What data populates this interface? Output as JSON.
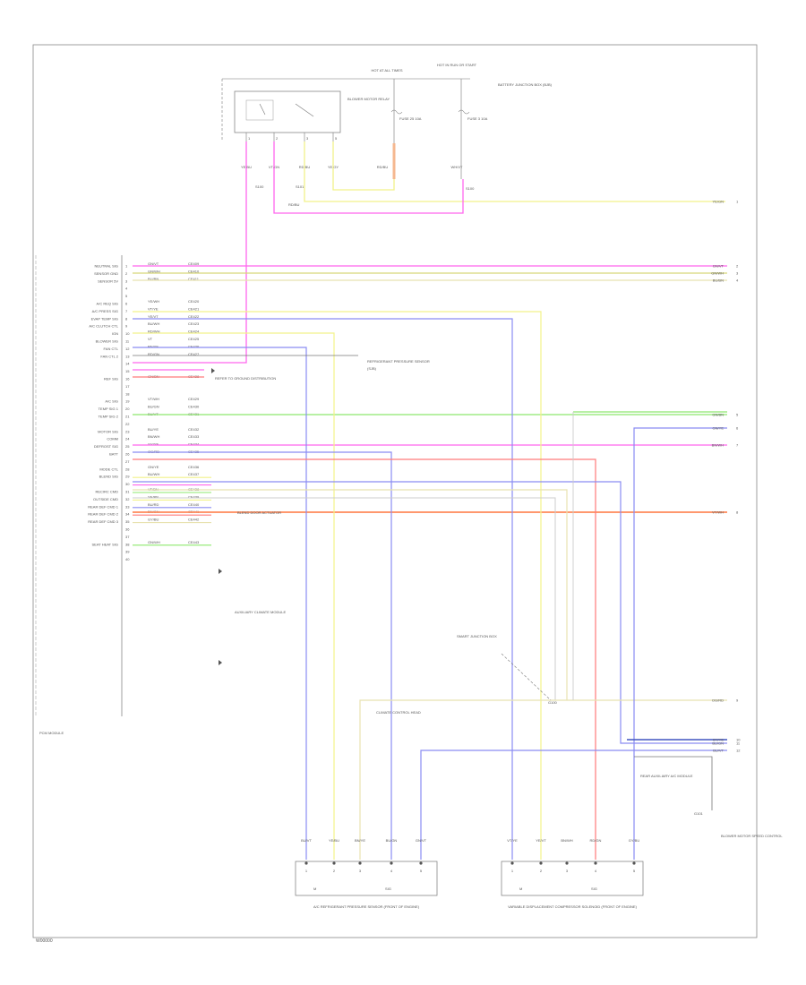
{
  "diagram": {
    "footer_code": "W00000",
    "module_label": "PCM MODULE",
    "header": {
      "hot_run_label": "HOT AT ALL TIMES",
      "hot_start_label": "HOT IN RUN OR START",
      "relay_label": "BLOWER MOTOR RELAY",
      "fuse_box_label": "BATTERY JUNCTION BOX (BJB)",
      "fuse_a_label": "FUSE 25 10A",
      "fuse_b_label": "FUSE 3 10A",
      "relay_pins": [
        "1",
        "2",
        "3",
        "5"
      ],
      "relay_wires": [
        "YE/BU",
        "VT/GN",
        "RD/BU",
        "YE/GY"
      ],
      "fuse_wire_a": "RD/BU",
      "fuse_wire_b": "WH/VT",
      "splice_label": "S100",
      "splice2_label": "S101",
      "lower_wire_label": "RD/BU"
    },
    "pcm_pins": [
      {
        "label": "NEUTRAL SIG",
        "pin": "1",
        "color": "GN/VT",
        "circuit": "CE409"
      },
      {
        "label": "SENSOR GND",
        "pin": "2",
        "color": "GN/WH",
        "circuit": "CE410"
      },
      {
        "label": "SENSOR 5V",
        "pin": "3",
        "color": "BU/BN",
        "circuit": "CE411"
      },
      {
        "label": "",
        "pin": "4",
        "color": "",
        "circuit": ""
      },
      {
        "label": "",
        "pin": "5",
        "color": "",
        "circuit": ""
      },
      {
        "label": "A/C REQ SIG",
        "pin": "6",
        "color": "YE/WH",
        "circuit": "CE420"
      },
      {
        "label": "A/C PRESS SIG",
        "pin": "7",
        "color": "VT/YE",
        "circuit": "CE421"
      },
      {
        "label": "EVAP TEMP SIG",
        "pin": "8",
        "color": "YE/VT",
        "circuit": "CE422"
      },
      {
        "label": "A/C CLUTCH CTL",
        "pin": "9",
        "color": "BU/WH",
        "circuit": "CE423"
      },
      {
        "label": "IGN",
        "pin": "10",
        "color": "RD/WH",
        "circuit": "CE424"
      },
      {
        "label": "BLOWER SIG",
        "pin": "11",
        "color": "VT",
        "circuit": "CE425"
      },
      {
        "label": "FAN CTL",
        "pin": "12",
        "color": "BN/YE",
        "circuit": "CE426"
      },
      {
        "label": "FAN CTL 2",
        "pin": "13",
        "color": "RD/GN",
        "circuit": "CE427"
      },
      {
        "label": "",
        "pin": "14",
        "color": "",
        "circuit": ""
      },
      {
        "label": "",
        "pin": "15",
        "color": "",
        "circuit": ""
      },
      {
        "label": "REF SIG",
        "pin": "16",
        "color": "GN/BN",
        "circuit": "CE428"
      },
      {
        "label": "",
        "pin": "17",
        "color": "",
        "circuit": ""
      },
      {
        "label": "",
        "pin": "18",
        "color": "",
        "circuit": ""
      },
      {
        "label": "A/C SIG",
        "pin": "19",
        "color": "VT/WH",
        "circuit": "CE429"
      },
      {
        "label": "TEMP SIG 1",
        "pin": "20",
        "color": "BU/GN",
        "circuit": "CE430"
      },
      {
        "label": "TEMP SIG 2",
        "pin": "21",
        "color": "BU/VT",
        "circuit": "CE431"
      },
      {
        "label": "",
        "pin": "22",
        "color": "",
        "circuit": ""
      },
      {
        "label": "MOTOR SIG",
        "pin": "23",
        "color": "BU/YE",
        "circuit": "CE432"
      },
      {
        "label": "COMM",
        "pin": "24",
        "color": "BN/WH",
        "circuit": "CE433"
      },
      {
        "label": "DEFROST SIG",
        "pin": "25",
        "color": "GY/YE",
        "circuit": "CE434"
      },
      {
        "label": "BATT",
        "pin": "26",
        "color": "OG/RD",
        "circuit": "CE435"
      },
      {
        "label": "",
        "pin": "27",
        "color": "",
        "circuit": ""
      },
      {
        "label": "MODE CTL",
        "pin": "28",
        "color": "GN/YE",
        "circuit": "CE436"
      },
      {
        "label": "BLEND SIG",
        "pin": "29",
        "color": "BU/WH",
        "circuit": "CE437"
      },
      {
        "label": "",
        "pin": "30",
        "color": "",
        "circuit": ""
      },
      {
        "label": "RECIRC CMD",
        "pin": "31",
        "color": "VT/BN",
        "circuit": "CE438"
      },
      {
        "label": "OUTSIDE CMD",
        "pin": "32",
        "color": "YE/BN",
        "circuit": "CE439"
      },
      {
        "label": "REAR DEF CMD 1",
        "pin": "33",
        "color": "BU/RD",
        "circuit": "CE440"
      },
      {
        "label": "REAR DEF CMD 2",
        "pin": "34",
        "color": "BN/GN",
        "circuit": "CE441"
      },
      {
        "label": "REAR DEF CMD 3",
        "pin": "35",
        "color": "GY/BU",
        "circuit": "CE442"
      },
      {
        "label": "",
        "pin": "36",
        "color": "",
        "circuit": ""
      },
      {
        "label": "",
        "pin": "37",
        "color": "",
        "circuit": ""
      },
      {
        "label": "SEAT HEAT SIG",
        "pin": "38",
        "color": "GN/WH",
        "circuit": "CE443"
      },
      {
        "label": "",
        "pin": "39",
        "color": "",
        "circuit": ""
      },
      {
        "label": "",
        "pin": "40",
        "color": "",
        "circuit": ""
      }
    ],
    "callouts": {
      "sensor": "REFRIGERANT PRESSURE SENSOR",
      "fuse_panel": "SMART JUNCTION BOX",
      "sjb_short": "(SJB)",
      "cabin_control": "CLIMATE CONTROL HEAD",
      "aux_module": "AUXILIARY CLIMATE MODULE",
      "ground_label": "G100",
      "ref_callout": "REFER TO GROUND DISTRIBUTION",
      "blend_label": "BLEND DOOR ACTUATOR",
      "right_module": "REAR AUXILIARY A/C MODULE",
      "ground_right": "G101",
      "blower_right": "BLOWER MOTOR SPEED CONTROL"
    },
    "right_edge": [
      {
        "label": "YE/GN",
        "ref": "1"
      },
      {
        "label": "GN/VT",
        "ref": "2"
      },
      {
        "label": "GN/WH",
        "ref": "3"
      },
      {
        "label": "BU/BN",
        "ref": "4"
      },
      {
        "label": "GN/BN",
        "ref": "5"
      },
      {
        "label": "GN/YE",
        "ref": "6"
      },
      {
        "label": "BN/WH",
        "ref": "7"
      },
      {
        "label": "VT/WH",
        "ref": "8"
      },
      {
        "label": "OG/RD",
        "ref": "9"
      },
      {
        "label": "GY/YE",
        "ref": "10"
      },
      {
        "label": "BU/GN",
        "ref": "11"
      },
      {
        "label": "BU/VT",
        "ref": "12"
      }
    ],
    "bottom_connectors": {
      "left_title": "A/C REFRIGERANT PRESSURE SENSOR (FRONT OF ENGINE)",
      "right_title": "VARIABLE DISPLACEMENT COMPRESSOR SOLENOID (FRONT OF ENGINE)",
      "left_wires": [
        "BU/VT",
        "YE/BU",
        "BN/YE",
        "BU/GN",
        "GN/VT"
      ],
      "right_wires": [
        "VT/YE",
        "YE/VT",
        "BN/WH",
        "RD/GN",
        "GY/BU"
      ],
      "left_pins": [
        "1",
        "2",
        "3",
        "4",
        "5"
      ],
      "right_pins": [
        "1",
        "2",
        "3",
        "4",
        "5"
      ],
      "left_marks": [
        "M",
        "SIG"
      ],
      "right_marks": [
        "M",
        "SIG"
      ]
    },
    "colors": {
      "pink": "#ff66ee",
      "yellow": "#f2f28a",
      "cream": "#e8e2b0",
      "green": "#8de86d",
      "blue": "#8a8cf2",
      "red": "#ff7a7a",
      "orange": "#ff8a5a",
      "peach": "#f5b890",
      "gray": "#555555",
      "line": "#777777",
      "navy": "#4055c0"
    }
  }
}
